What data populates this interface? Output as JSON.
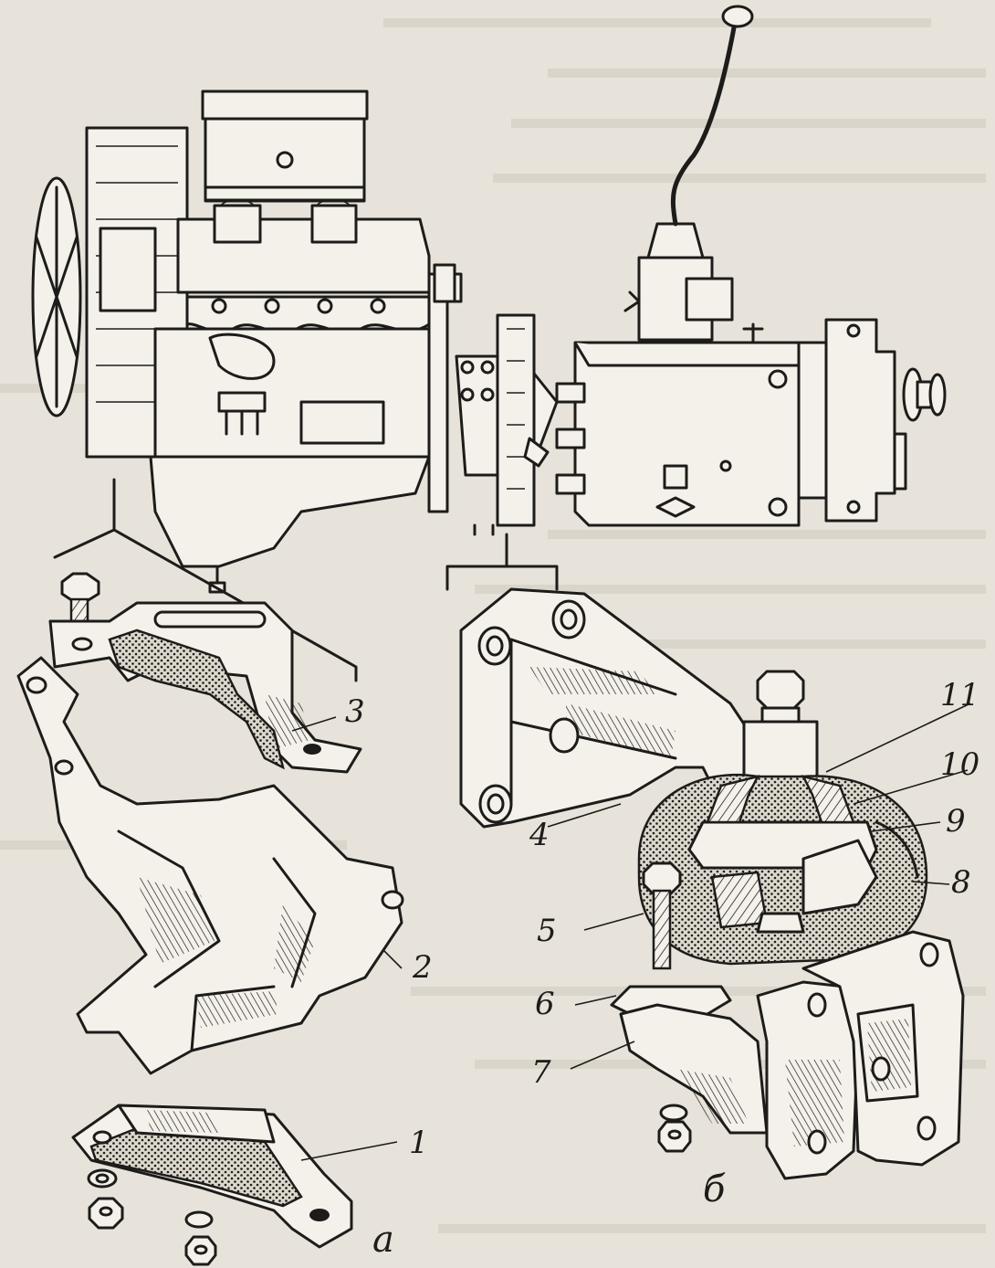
{
  "figure": {
    "callouts": [
      "1",
      "2",
      "3",
      "4",
      "5",
      "6",
      "7",
      "8",
      "9",
      "10",
      "11"
    ],
    "sublabels": [
      "а",
      "б"
    ]
  },
  "colors": {
    "ink": "#1d1c1a",
    "paper": "#e7e3da",
    "part_fill": "#f4f1ea"
  }
}
